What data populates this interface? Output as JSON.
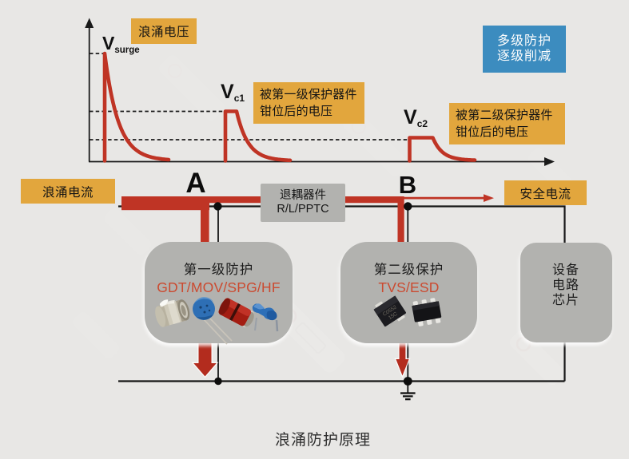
{
  "colors": {
    "bg": "#e8e7e5",
    "orange": "#e2a63d",
    "blue": "#3c8cbf",
    "grey": "#b2b2af",
    "red": "#bf3425",
    "redtext": "#cb4a30",
    "ink": "#1a1a1a"
  },
  "graph": {
    "surge_voltage_tag": "浪涌电压",
    "clamp1_tag_line1": "被第一级保护器件",
    "clamp1_tag_line2": "钳位后的电压",
    "clamp2_tag_line1": "被第二级保护器件",
    "clamp2_tag_line2": "钳位后的电压",
    "multilevel_line1": "多级防护",
    "multilevel_line2": "逐级削减",
    "v_surge_base": "V",
    "v_surge_sub": "surge",
    "v_c1_base": "V",
    "v_c1_sub": "c1",
    "v_c2_base": "V",
    "v_c2_sub": "c2"
  },
  "circuit": {
    "surge_current_tag": "浪涌电流",
    "safe_current_tag": "安全电流",
    "node_a": "A",
    "node_b": "B",
    "decoupler_line1": "退耦器件",
    "decoupler_line2": "R/L/PPTC",
    "stage1_title": "第一级防护",
    "stage1_devices": "GDT/MOV/SPG/HF",
    "stage2_title": "第二级保护",
    "stage2_devices": "TVS/ESD",
    "load_line1": "设备",
    "load_line2": "电路",
    "load_line3": "芯片"
  },
  "caption": "浪涌防护原理"
}
